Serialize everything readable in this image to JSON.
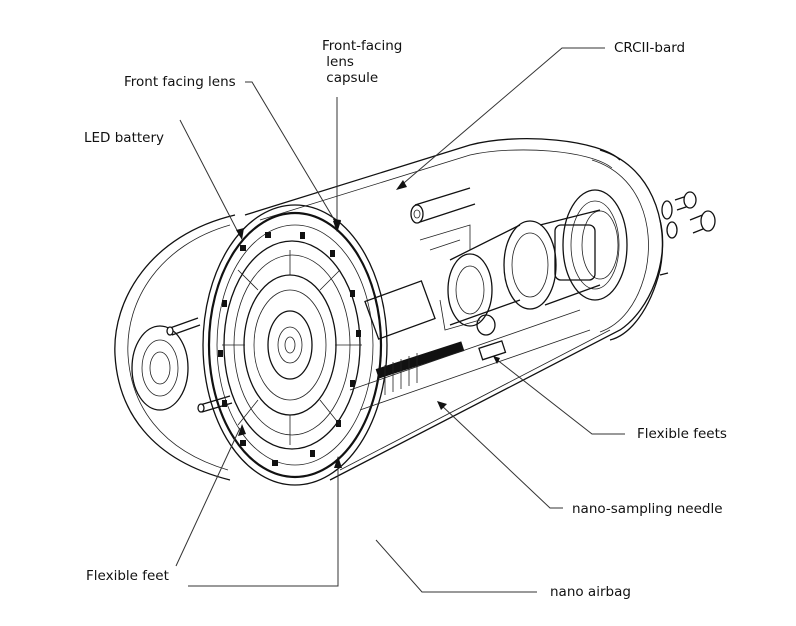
{
  "diagram": {
    "subject": "capsule device cutaway",
    "labels": [
      {
        "id": "front-facing-lens",
        "text": "Front facing lens"
      },
      {
        "id": "front-facing-lens-capsule",
        "text": "Front-facing\n lens\n capsule"
      },
      {
        "id": "crcii-bard",
        "text": "CRCII-bard"
      },
      {
        "id": "led-battery",
        "text": "LED battery"
      },
      {
        "id": "flexible-feets",
        "text": "Flexible feets"
      },
      {
        "id": "nano-sampling-needle",
        "text": "nano-sampling needle"
      },
      {
        "id": "flexible-feet",
        "text": "Flexible feet"
      },
      {
        "id": "nano-airbag",
        "text": "nano airbag"
      }
    ]
  }
}
